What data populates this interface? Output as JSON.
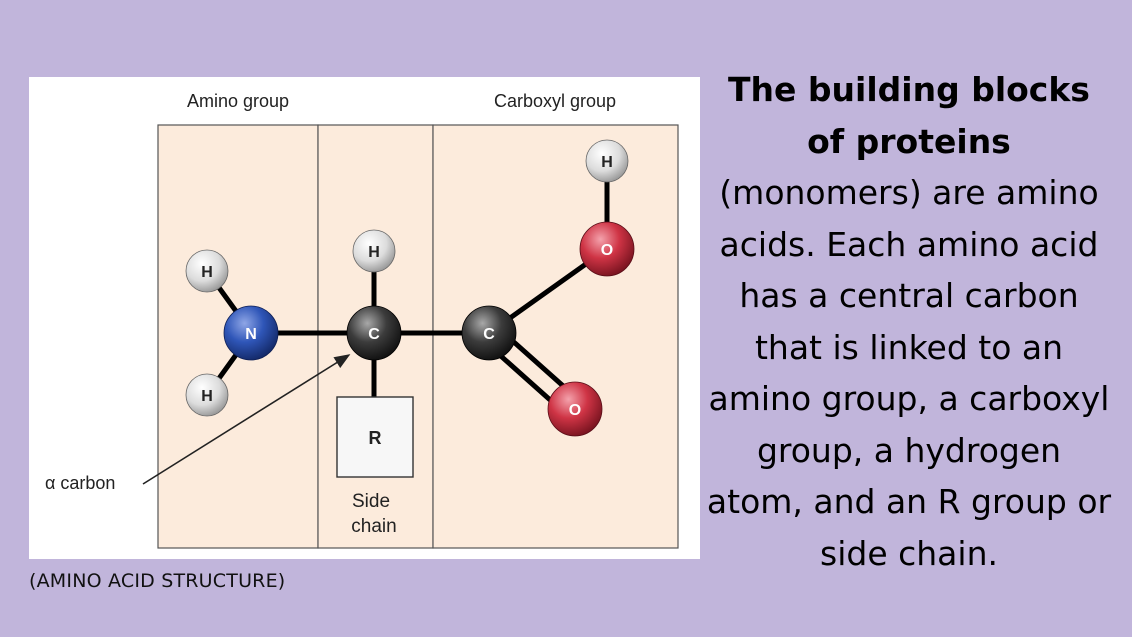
{
  "diagram": {
    "region_labels": {
      "amino": "Amino group",
      "carboxyl": "Carboxyl group"
    },
    "atoms": {
      "h_amino_top": "H",
      "n": "N",
      "h_amino_bottom": "H",
      "h_alpha": "H",
      "c_alpha": "C",
      "c_carboxyl": "C",
      "o_hydroxyl": "O",
      "h_hydroxyl": "H",
      "o_double": "O"
    },
    "r_group": "R",
    "side_chain_label": [
      "Side",
      "chain"
    ],
    "alpha_carbon_label": "α carbon",
    "colors": {
      "panel": "#fcebdc",
      "nitrogen": "#2a4fb0",
      "oxygen": "#c8303f",
      "carbon": "#3a3a3a",
      "hydrogen": "#e6e6e6"
    }
  },
  "caption": "(AMINO ACID STRUCTURE)",
  "description": {
    "bold": "The building blocks of proteins",
    "text": " (monomers) are amino acids. Each amino acid has a central carbon that is linked to an amino group, a carboxyl group, a hydrogen atom, and an R group or side chain."
  }
}
